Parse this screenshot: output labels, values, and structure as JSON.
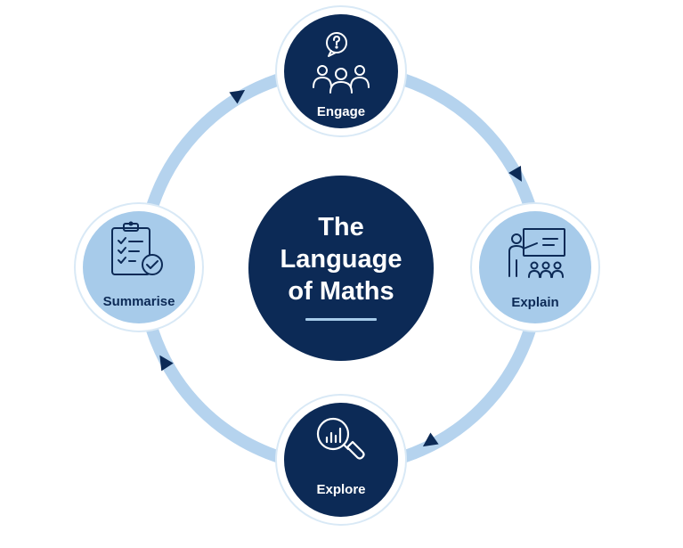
{
  "title": {
    "lines": [
      "The",
      "Language",
      "of Maths"
    ]
  },
  "nodes": {
    "engage": {
      "label": "Engage",
      "icon": "group-question-icon"
    },
    "explain": {
      "label": "Explain",
      "icon": "teacher-presentation-icon"
    },
    "explore": {
      "label": "Explore",
      "icon": "magnifier-chart-icon"
    },
    "summarise": {
      "label": "Summarise",
      "icon": "clipboard-checklist-icon"
    }
  },
  "colors": {
    "navy": "#0c2a56",
    "light_blue": "#a7cbea",
    "ring": "#b5d3ee",
    "ring_border": "#d9e9f6",
    "arrow": "#0c2a56",
    "white": "#ffffff"
  }
}
